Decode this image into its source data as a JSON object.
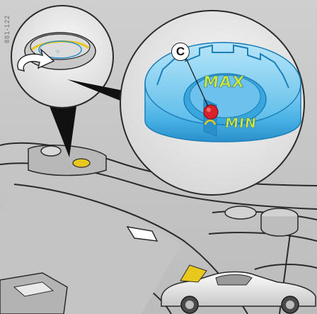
{
  "figure": {
    "reference_code": "881-122",
    "callout_label": "C",
    "max_mark": "MAX",
    "min_mark": "MIN"
  },
  "colors": {
    "reservoir_blue": "#4ab3e6",
    "reservoir_light": "#9bd8f5",
    "reservoir_dark": "#1d7fb8",
    "dipstick_red": "#d8232a",
    "highlight_yellow": "#e8c81c",
    "interior_grey": "#bdbdbd",
    "line_dark": "#2a2a2a"
  },
  "icons": [
    "twist-arrow-icon",
    "pointer-arrow-icon",
    "car-silhouette-icon"
  ]
}
